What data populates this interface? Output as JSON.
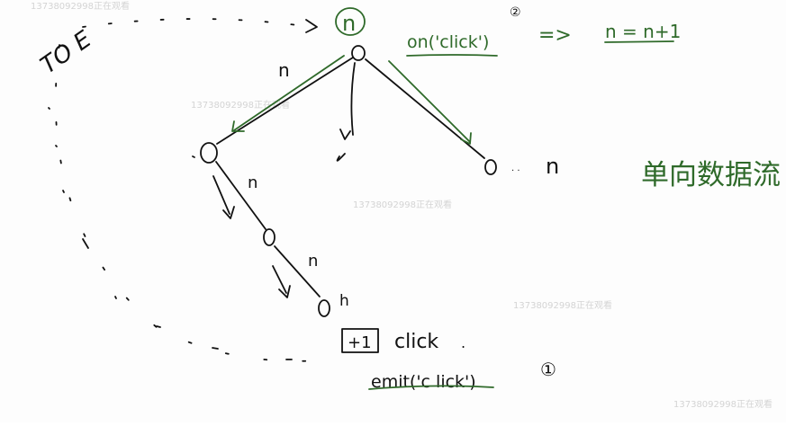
{
  "colors": {
    "ink": "#111111",
    "green_ink": "#2f6a2a",
    "watermark": "#d4d4d4",
    "background": "#fdfdfd"
  },
  "watermarks": [
    "13738092998正在观看",
    "13738092998正在观看",
    "13738092998正在观看",
    "13738092998正在观看",
    "13738092998正在观看"
  ],
  "nodes": {
    "root_label": "n",
    "right_label": "n",
    "deep_label": "h"
  },
  "edge_labels": [
    "n",
    "n",
    "n"
  ],
  "top_left_mark": "TO E",
  "annotations": {
    "on_click": "on('click')",
    "on_click_marker": "②",
    "arrow": "=>",
    "assignment": "n = n+1",
    "plus_one": "+1",
    "click": "click",
    "emit_click": "emit('c lick')",
    "emit_marker": "①",
    "chinese_note": "单向数据流"
  }
}
